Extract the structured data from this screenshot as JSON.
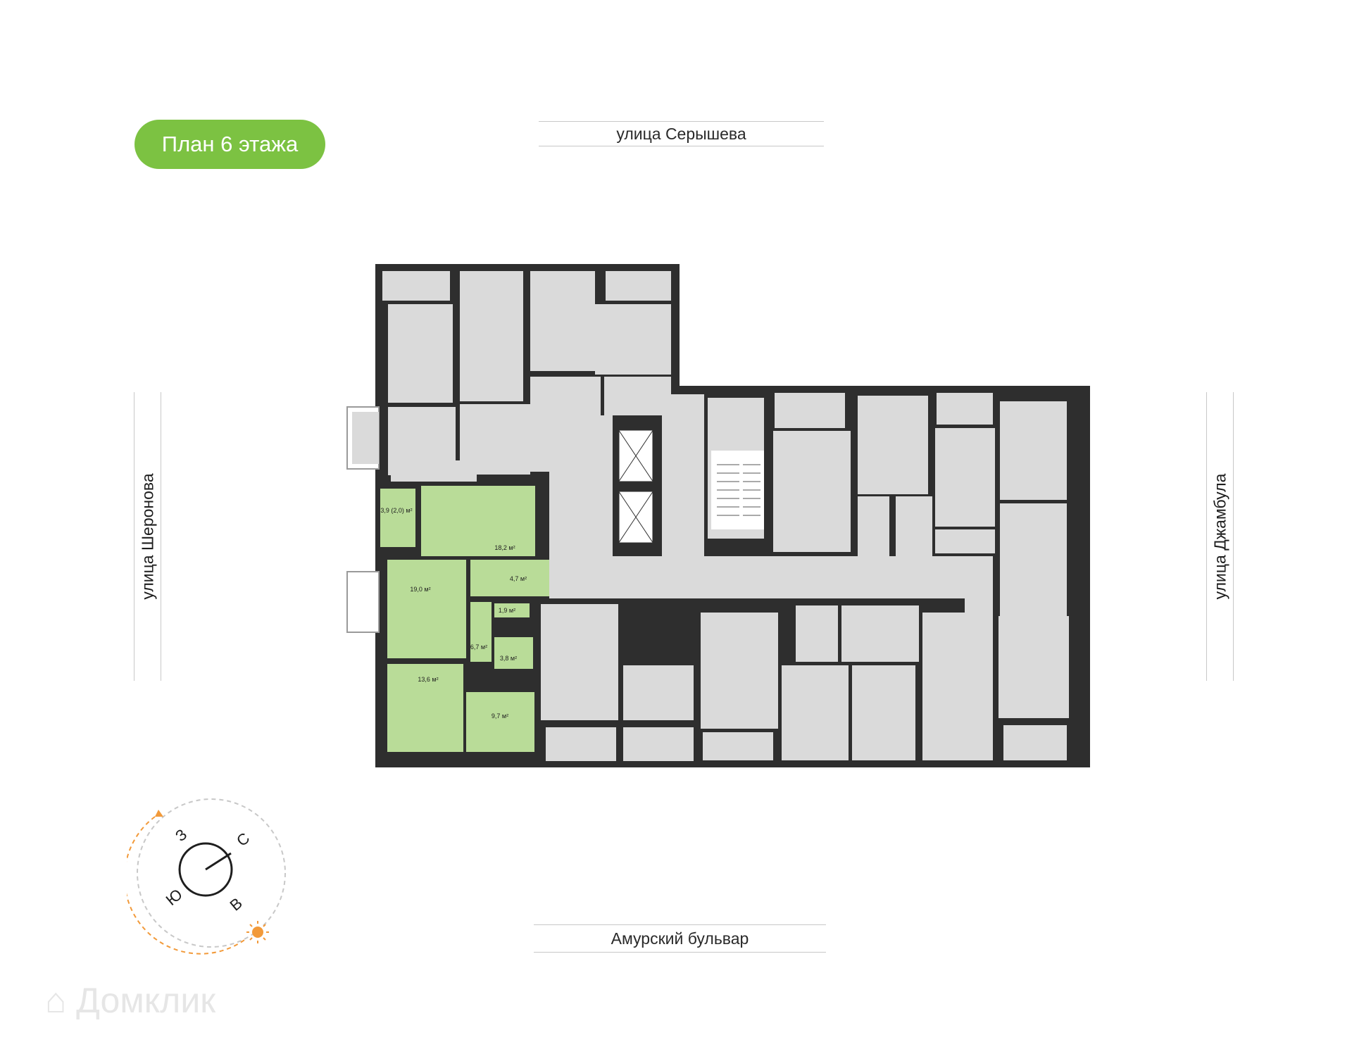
{
  "title": "План 6 этажа",
  "streets": {
    "top": "улица Серышева",
    "bottom": "Амурский бульвар",
    "left": "улица Шеронова",
    "right": "улица Джамбула"
  },
  "apartment_areas": {
    "loggia": "3,9 (2,0) м²",
    "kitchen_living": "18,2 м²",
    "hall": "4,7 м²",
    "room_1": "19,0 м²",
    "wc": "1,9 м²",
    "corridor": "6,7 м²",
    "bathroom": "3,8 м²",
    "room_2": "13,6 м²",
    "room_3": "9,7 м²"
  },
  "compass": {
    "north": "С",
    "east": "В",
    "south": "Ю",
    "west": "З"
  },
  "colors": {
    "badge": "#7cc242",
    "highlight": "#b9dc98",
    "room": "#dadada",
    "wall": "#2e2e2e",
    "sun_path": "#f29a3a"
  },
  "watermark": "Домклик"
}
